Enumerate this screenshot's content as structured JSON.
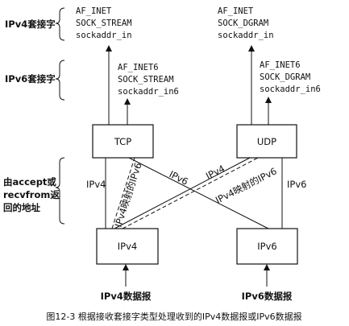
{
  "labels": {
    "ipv4_socket": "IPv4套接字",
    "ipv6_socket": "IPv6套接字",
    "return_addr_1": "由accept或",
    "return_addr_2": "recvfrom返",
    "return_addr_3": "回的地址"
  },
  "sockets": {
    "tcp_v4": [
      "AF_INET",
      "SOCK_STREAM",
      "sockaddr_in"
    ],
    "udp_v4": [
      "AF_INET",
      "SOCK_DGRAM",
      "sockaddr_in"
    ],
    "tcp_v6": [
      "AF_INET6",
      "SOCK_STREAM",
      "sockaddr_in6"
    ],
    "udp_v6": [
      "AF_INET6",
      "SOCK_DGRAM",
      "sockaddr_in6"
    ]
  },
  "boxes": {
    "tcp": "TCP",
    "udp": "UDP",
    "ipv4": "IPv4",
    "ipv6": "IPv6"
  },
  "edges": {
    "tcp_ipv4": "IPv4",
    "tcp_mapped": "IPv4映射的IPv6",
    "tcp_ipv6": "IPv6",
    "udp_ipv4": "IPv4",
    "udp_mapped": "IPv4映射的IPv6",
    "udp_ipv6": "IPv6"
  },
  "inputs": {
    "ipv4_datagram": "IPv4数据报",
    "ipv6_datagram": "IPv6数据报"
  },
  "caption": "图12-3   根据接收套接字类型处理收到的IPv4数据报或IPv6数据报"
}
